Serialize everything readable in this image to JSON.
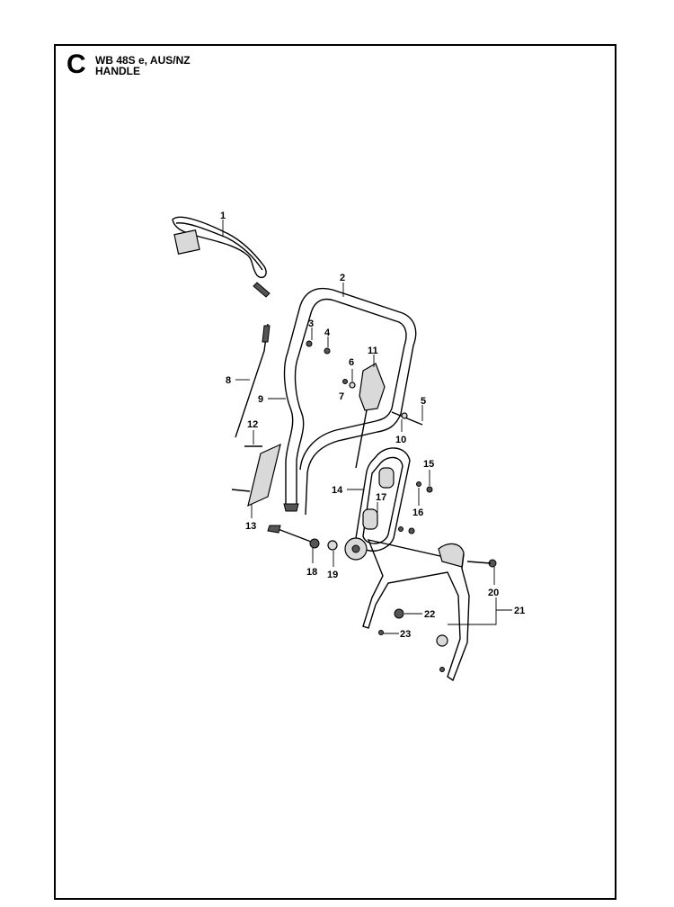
{
  "header": {
    "section_letter": "C",
    "model": "WB 48S e, AUS/NZ",
    "part_name": "HANDLE"
  },
  "callouts": [
    "1",
    "2",
    "3",
    "4",
    "5",
    "6",
    "7",
    "8",
    "9",
    "10",
    "11",
    "12",
    "13",
    "14",
    "15",
    "16",
    "17",
    "18",
    "19",
    "20",
    "21",
    "22",
    "23"
  ]
}
